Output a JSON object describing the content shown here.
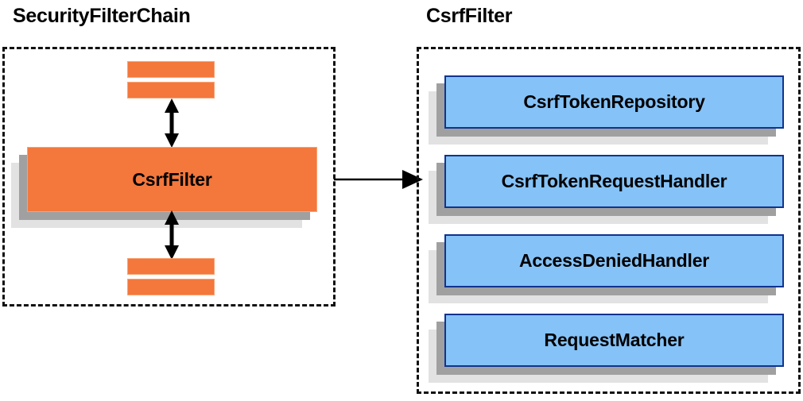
{
  "diagram": {
    "background_color": "#ffffff",
    "panels": [
      {
        "id": "security-filter-chain",
        "title": "SecurityFilterChain",
        "border_style": "dashed",
        "border_color": "#111111",
        "boxes": [
          {
            "id": "stub-top-1",
            "label": "",
            "color": "#f4773c",
            "kind": "stub"
          },
          {
            "id": "stub-top-2",
            "label": "",
            "color": "#f4773c",
            "kind": "stub"
          },
          {
            "id": "csrf-filter",
            "label": "CsrfFilter",
            "color": "#f4773c",
            "kind": "filter"
          },
          {
            "id": "stub-bottom-1",
            "label": "",
            "color": "#f4773c",
            "kind": "stub"
          },
          {
            "id": "stub-bottom-2",
            "label": "",
            "color": "#f4773c",
            "kind": "stub"
          }
        ],
        "connectors": [
          {
            "id": "arrow-up",
            "type": "double-headed-vertical"
          },
          {
            "id": "arrow-down",
            "type": "double-headed-vertical"
          }
        ]
      },
      {
        "id": "csrf-filter-detail",
        "title": "CsrfFilter",
        "border_style": "dashed",
        "border_color": "#111111",
        "boxes": [
          {
            "id": "csrf-token-repository",
            "label": "CsrfTokenRepository",
            "color": "#85c2f7",
            "kind": "collaborator"
          },
          {
            "id": "csrf-token-request-handler",
            "label": "CsrfTokenRequestHandler",
            "color": "#85c2f7",
            "kind": "collaborator"
          },
          {
            "id": "access-denied-handler",
            "label": "AccessDeniedHandler",
            "color": "#85c2f7",
            "kind": "collaborator"
          },
          {
            "id": "request-matcher",
            "label": "RequestMatcher",
            "color": "#85c2f7",
            "kind": "collaborator"
          }
        ]
      }
    ],
    "cross_panel_connector": {
      "id": "csrf-filter-to-detail",
      "type": "single-headed-horizontal",
      "color": "#000000"
    },
    "colors": {
      "orange_fill": "#f4773c",
      "orange_border": "#f9a272",
      "blue_fill": "#85c2f7",
      "blue_border": "#11338f",
      "shadow_near": "#a0a0a0",
      "shadow_far": "#e2e2e2",
      "dashed_border": "#111111",
      "text": "#000000"
    }
  }
}
